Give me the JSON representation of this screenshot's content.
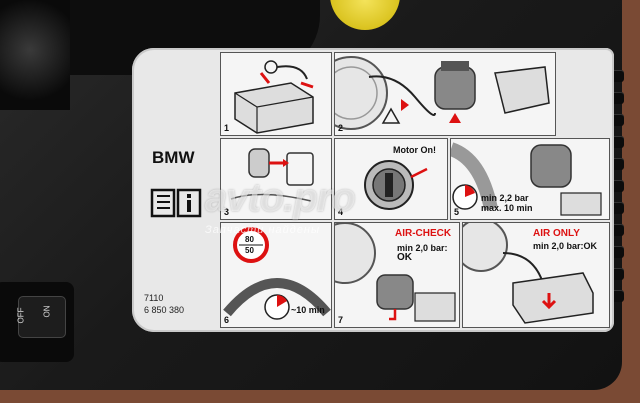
{
  "label": {
    "brand": "BMW",
    "part_number_line1": "7110",
    "part_number_line2": "6 850 380"
  },
  "panels": [
    {
      "number": "1"
    },
    {
      "number": "2"
    },
    {
      "number": "3"
    },
    {
      "number": "4",
      "text": "Motor On!"
    },
    {
      "number": "5",
      "text_line1": "min 2,2 bar",
      "text_line2": "max. 10 min"
    },
    {
      "number": "6",
      "speed_top": "80",
      "speed_bottom": "50",
      "time": "~10 min"
    },
    {
      "number": "7",
      "title": "AIR-CHECK",
      "text_line1": "min 2,0 bar:",
      "text_line2": "OK"
    },
    {
      "title": "AIR ONLY",
      "text_line1": "min 2,0 bar:OK"
    }
  ],
  "switch": {
    "on_label": "ON",
    "off_label": "OFF"
  },
  "watermark": {
    "main": "avto.pro",
    "sub": "Запчасти найдены"
  },
  "colors": {
    "label_bg": "#e8e8e8",
    "case": "#1a1a1a",
    "cap": "#e4cf2a",
    "warning_red": "#d11111"
  }
}
